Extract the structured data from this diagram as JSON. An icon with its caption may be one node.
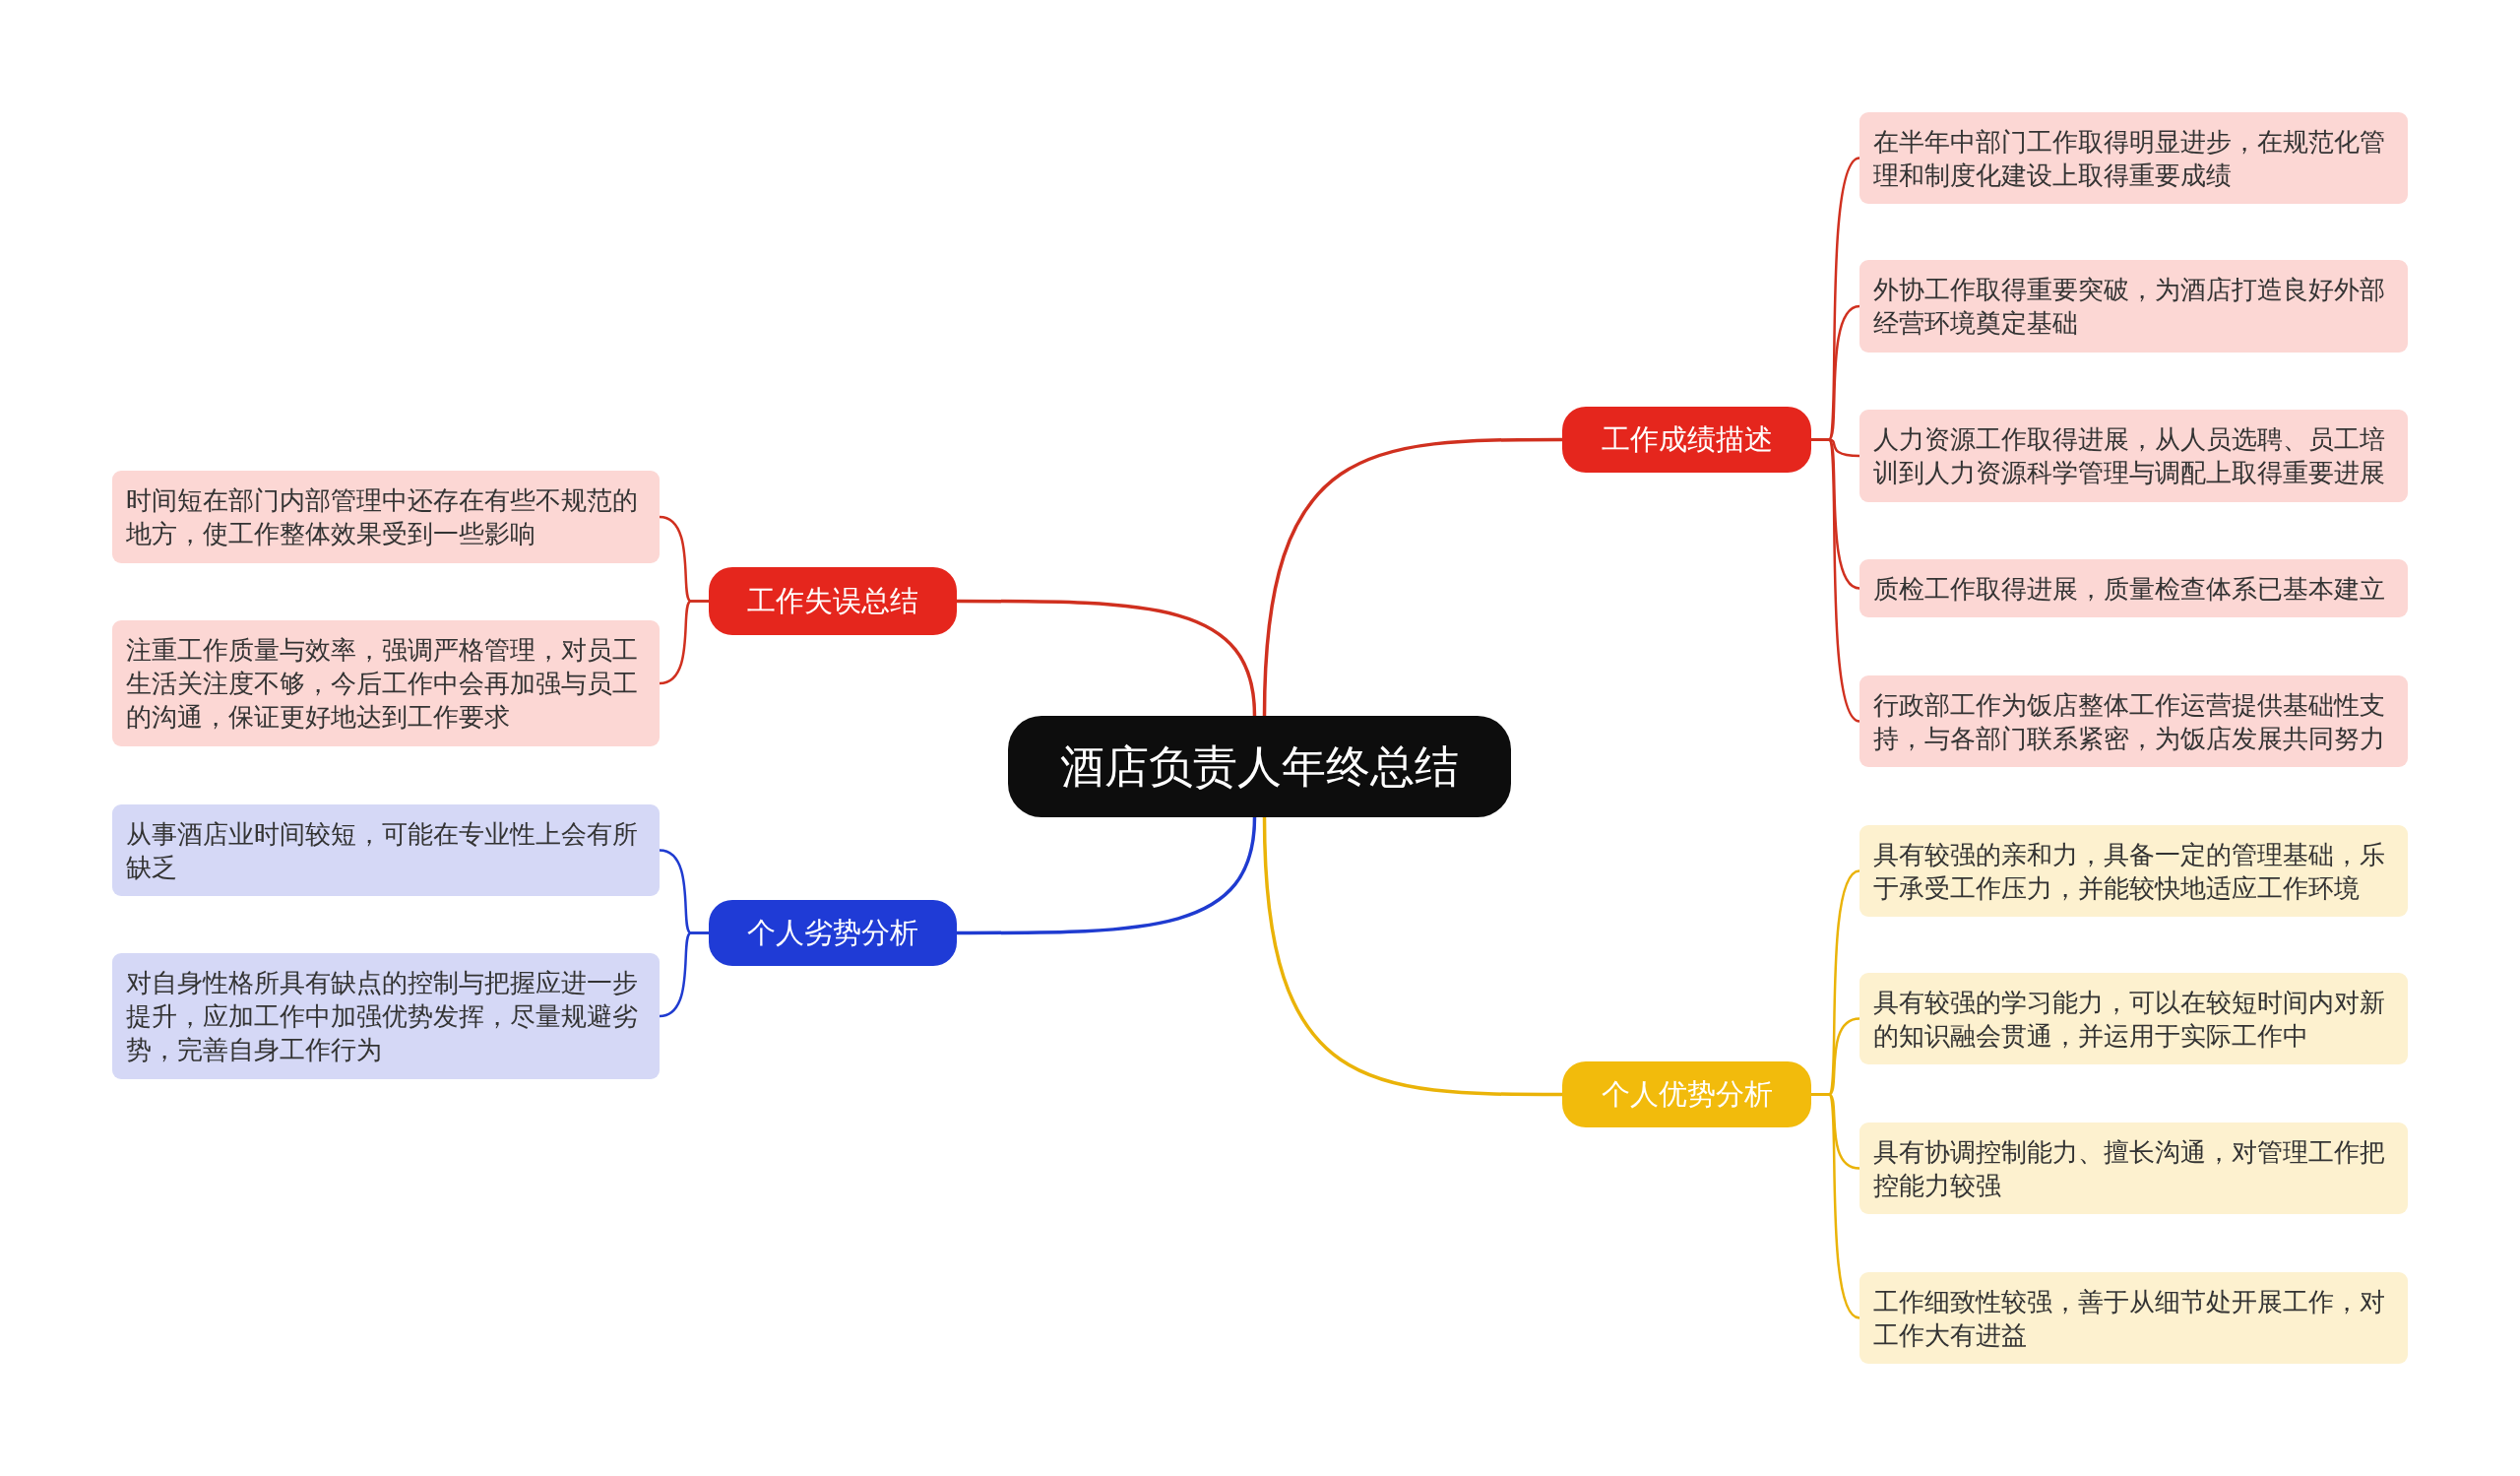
{
  "diagram": {
    "nodes": [
      {
        "text": [
          "酒店负责人年终总结"
        ]
      },
      {
        "text": [
          "工作失误总结"
        ]
      },
      {
        "text": [
          "时间短在部门内部管理中还存在有些不规范的地方，使工作整体效果受到一些影响"
        ]
      },
      {
        "text": [
          "注重工作质量与效率，强调严格管理，对员工生活关注度不够，今后工作中会再加强与员工的沟通，保证更好地达到工作要求"
        ]
      },
      {
        "text": [
          "个人劣势分析"
        ]
      },
      {
        "text": [
          "从事酒店业时间较短，可能在专业性上会有所缺乏"
        ]
      },
      {
        "text": [
          "对自身性格所具有缺点的控制与把握应进一步提升，应加工作中加强优势发挥，尽量规避劣势，完善自身工作行为"
        ]
      },
      {
        "text": [
          "工作成绩描述"
        ]
      },
      {
        "text": [
          "在半年中部门工作取得明显进步，在规范化管理和制度化建设上取得重要成绩"
        ]
      },
      {
        "text": [
          "外协工作取得重要突破，为酒店打造良好外部经营环境奠定基础"
        ]
      },
      {
        "text": [
          "人力资源工作取得进展，从人员选聘、员工培训到人力资源科学管理与调配上取得重要进展"
        ]
      },
      {
        "text": [
          "质检工作取得进展，质量检查体系已基本建立"
        ]
      },
      {
        "text": [
          "行政部工作为饭店整体工作运营提供基础性支持，与各部门联系紧密，为饭店发展共同努力"
        ]
      },
      {
        "text": [
          "个人优势分析"
        ]
      },
      {
        "text": [
          "具有较强的亲和力，具备一定的管理基础，乐于承受工作压力，并能较快地适应工作环境"
        ]
      },
      {
        "text": [
          "具有较强的学习能力，可以在较短时间内对新的知识融会贯通，并运用于实际工作中"
        ]
      },
      {
        "text": [
          "具有协调控制能力、擅长沟通，对管理工作把控能力较强"
        ]
      },
      {
        "text": [
          "工作细致性较强，善于从细节处开展工作，对工作大有进益"
        ]
      }
    ],
    "edges": [
      {
        "from": 0,
        "to": 1,
        "arrow": "none"
      },
      {
        "from": 1,
        "to": 2,
        "arrow": "none"
      },
      {
        "from": 1,
        "to": 3,
        "arrow": "none"
      },
      {
        "from": 0,
        "to": 4,
        "arrow": "none",
        "color": "#1f3bd0"
      },
      {
        "from": 4,
        "to": 5,
        "arrow": "none",
        "color": "#1f3bd0"
      },
      {
        "from": 4,
        "to": 6,
        "arrow": "none",
        "color": "#1f3bd0"
      },
      {
        "from": 0,
        "to": 7,
        "arrow": "none"
      },
      {
        "from": 7,
        "to": 8,
        "arrow": "none"
      },
      {
        "from": 7,
        "to": 9,
        "arrow": "none"
      },
      {
        "from": 7,
        "to": 10,
        "arrow": "none"
      },
      {
        "from": 7,
        "to": 11,
        "arrow": "none"
      },
      {
        "from": 7,
        "to": 12,
        "arrow": "none"
      },
      {
        "from": 0,
        "to": 13,
        "arrow": "none",
        "color": "#eab308"
      },
      {
        "from": 13,
        "to": 14,
        "arrow": "none",
        "color": "#eab308"
      },
      {
        "from": 13,
        "to": 15,
        "arrow": "none",
        "color": "#eab308"
      },
      {
        "from": 13,
        "to": 16,
        "arrow": "none",
        "color": "#eab308"
      },
      {
        "from": 13,
        "to": 17,
        "arrow": "none",
        "color": "#eab308"
      }
    ]
  }
}
